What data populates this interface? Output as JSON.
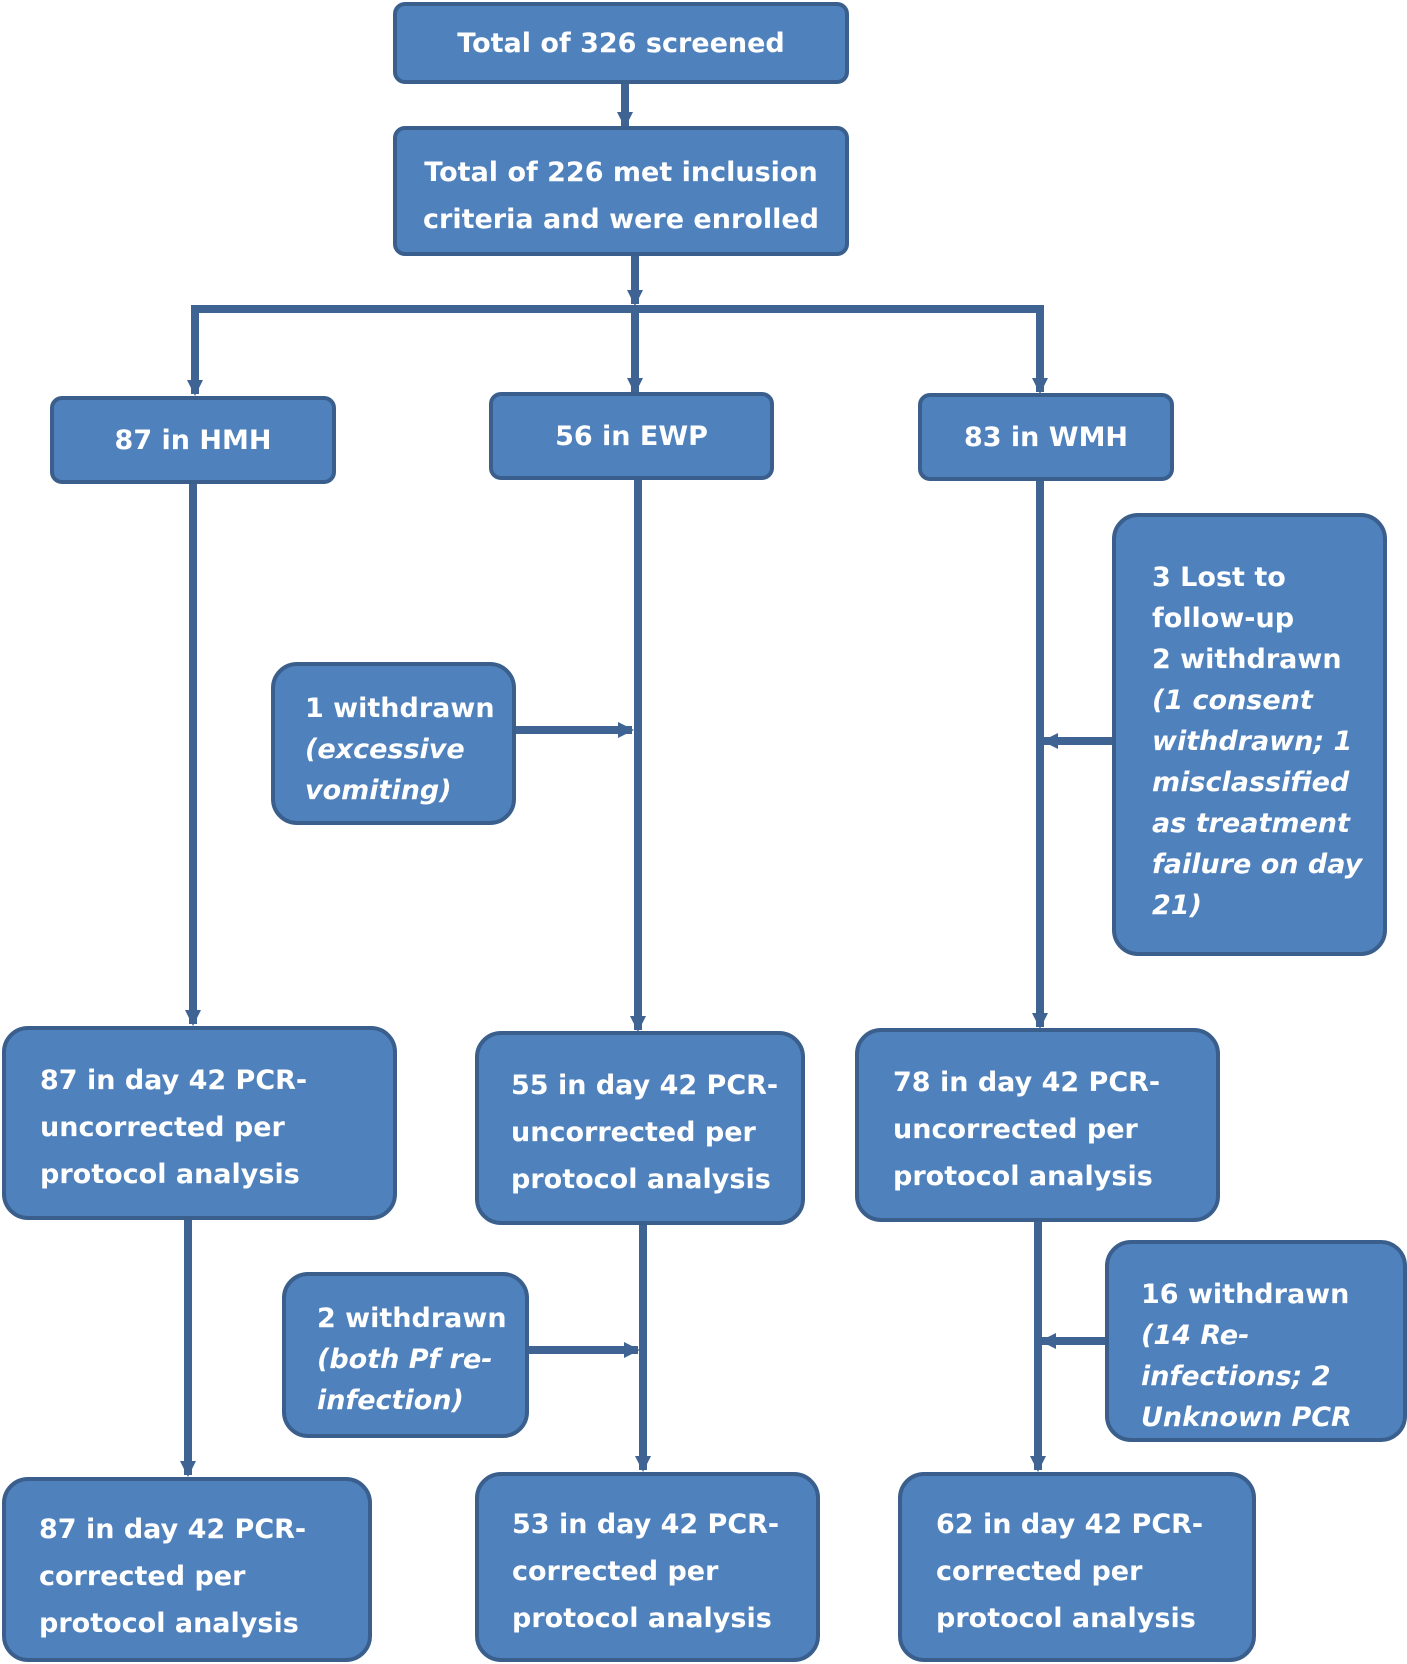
{
  "nodes": {
    "screened": "Total of 326 screened",
    "enrolled": [
      "Total of 226 met inclusion",
      "criteria and were enrolled"
    ],
    "hmh": "87 in HMH",
    "ewp": "56 in EWP",
    "wmh": "83 in WMH",
    "ewp_withdrawn_1": {
      "lines": [
        "1 withdrawn"
      ],
      "italic_lines": [
        "(excessive",
        "vomiting)"
      ]
    },
    "wmh_lost": {
      "lines": [
        "3 Lost to",
        "follow-up",
        "2 withdrawn"
      ],
      "italic_lines": [
        "(1 consent",
        "withdrawn; 1",
        "misclassified",
        "as treatment",
        "failure on day",
        "21)"
      ]
    },
    "hmh_uncorrected": [
      "87 in day 42 PCR-",
      "uncorrected per",
      "protocol analysis"
    ],
    "ewp_uncorrected": [
      "55 in day 42 PCR-",
      "uncorrected per",
      "protocol analysis"
    ],
    "wmh_uncorrected": [
      "78 in day 42 PCR-",
      "uncorrected per",
      "protocol analysis"
    ],
    "ewp_withdrawn_2": {
      "lines": [
        "2 withdrawn"
      ],
      "italic_lines": [
        "(both Pf re-",
        "infection)"
      ]
    },
    "wmh_withdrawn_16": {
      "lines": [
        "16 withdrawn"
      ],
      "italic_lines": [
        "(14 Re-",
        "infections; 2",
        "Unknown PCR"
      ]
    },
    "hmh_corrected": [
      "87 in day 42 PCR-",
      "corrected per",
      "protocol analysis"
    ],
    "ewp_corrected": [
      "53 in day 42 PCR-",
      "corrected per",
      "protocol analysis"
    ],
    "wmh_corrected": [
      "62 in day 42 PCR-",
      "corrected per",
      "protocol analysis"
    ]
  },
  "colors": {
    "box_fill": "#4f81bd",
    "box_border": "#3a5f8c",
    "connector": "#3f6494",
    "text": "#ffffff"
  }
}
